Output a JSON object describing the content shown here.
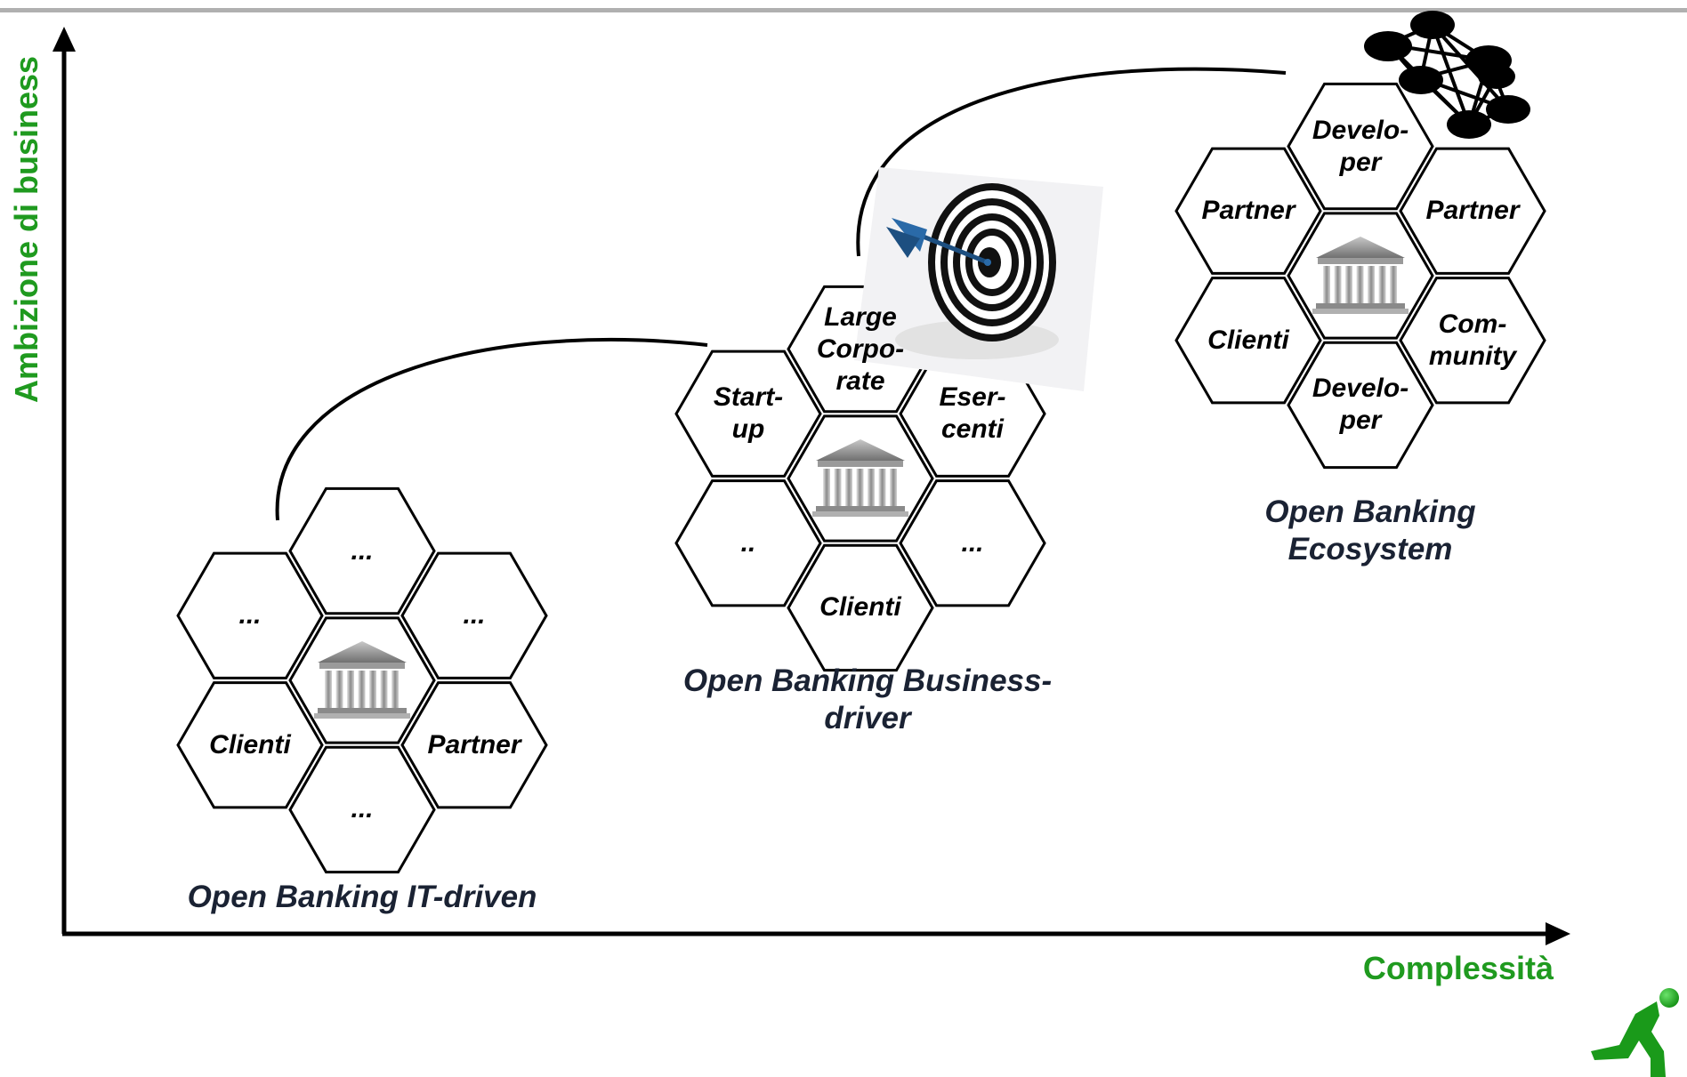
{
  "axes": {
    "y_label": "Ambizione di business",
    "x_label": "Complessità"
  },
  "clusters": [
    {
      "title": "Open Banking IT-driven",
      "center": "bank-icon",
      "hexes": [
        "...",
        "...",
        "...",
        "Clienti",
        "Partner",
        "..."
      ]
    },
    {
      "title": "Open Banking Business-\ndriver",
      "center": "bank-icon",
      "hexes": [
        "Large\nCorpo-\nrate",
        "Start-\nup",
        "Eser-\ncenti",
        "..",
        "...",
        "Clienti"
      ]
    },
    {
      "title": "Open Banking Ecosystem",
      "center": "bank-icon",
      "hexes": [
        "Develo-\nper",
        "Partner",
        "Partner",
        "Clienti",
        "Com-\nmunity",
        "Develo-\nper"
      ]
    }
  ],
  "icons": {
    "target": "dart-target-icon",
    "network": "network-graph-icon",
    "logo": "runner-logo-icon"
  },
  "colors": {
    "axis_label": "#1f9a1f",
    "title_text": "#1a2233",
    "top_rule": "#b0b0b0"
  }
}
